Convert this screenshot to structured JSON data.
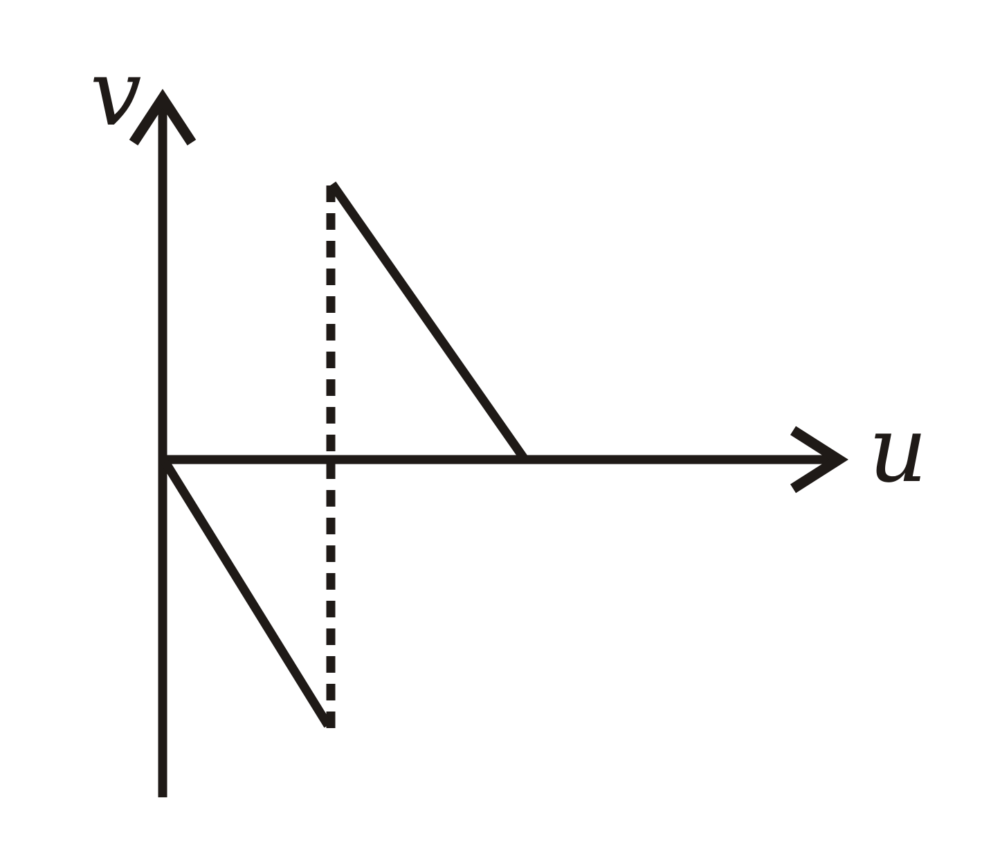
{
  "diagram": {
    "axes": {
      "vertical_label": "v",
      "horizontal_label": "u"
    },
    "ink_color": "#1f1a17",
    "background_color": "#ffffff",
    "segments": [
      {
        "name": "lower-branch-line",
        "style": "solid",
        "description_free": true
      },
      {
        "name": "upper-branch-line",
        "style": "solid",
        "description_free": true
      },
      {
        "name": "asymptote-dashed-line",
        "style": "dashed",
        "description_free": true
      }
    ]
  }
}
